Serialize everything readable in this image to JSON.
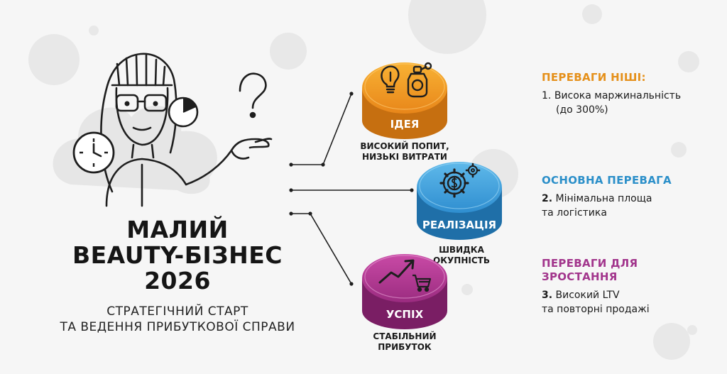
{
  "title": {
    "line1": "МАЛИЙ",
    "line2": "BEAUTY-БІЗНЕС",
    "line3": "2026"
  },
  "subtitle": {
    "line1": "СТРАТЕГІЧНИЙ СТАРТ",
    "line2": "ТА ВЕДЕННЯ ПРИБУТКОВОЇ СПРАВИ"
  },
  "stages": [
    {
      "label": "ІДЕЯ",
      "caption_line1": "ВИСОКИЙ ПОПИТ,",
      "caption_line2": "НИЗЬКІ ВИТРАТИ",
      "color": "#f39a1f",
      "icons": [
        "lightbulb-icon",
        "perfume-bottle-icon"
      ]
    },
    {
      "label": "РЕАЛІЗАЦІЯ",
      "caption_line1": "ШВИДКА",
      "caption_line2": "ОКУПНІСТЬ",
      "color": "#3b9fde",
      "icons": [
        "gear-dollar-icon",
        "small-gear-icon"
      ]
    },
    {
      "label": "УСПІХ",
      "caption_line1": "СТАБІЛЬНИЙ",
      "caption_line2": "ПРИБУТОК",
      "color": "#b0378f",
      "icons": [
        "growth-arrow-icon",
        "shopping-cart-icon"
      ]
    }
  ],
  "benefits": [
    {
      "title": "ПЕРЕВАГИ НІШІ:",
      "number": "1.",
      "text_line1": "Висока маржинальність",
      "text_line2": "(до 300%)",
      "color": "#e5901a"
    },
    {
      "title": "ОСНОВНА ПЕРЕВАГА",
      "number": "2.",
      "text_line1": "Мінімальна площа",
      "text_line2": "та логістика",
      "color": "#2b8fc9"
    },
    {
      "title_line1": "ПЕРЕВАГИ ДЛЯ",
      "title_line2": "ЗРОСТАННЯ",
      "number": "3.",
      "text_line1": "Високий LTV",
      "text_line2": "та повторні продажі",
      "color": "#a2358c"
    }
  ],
  "illustration_icons": [
    "woman-with-glasses-icon",
    "question-mark-icon",
    "clock-icon",
    "pie-chart-icon"
  ]
}
